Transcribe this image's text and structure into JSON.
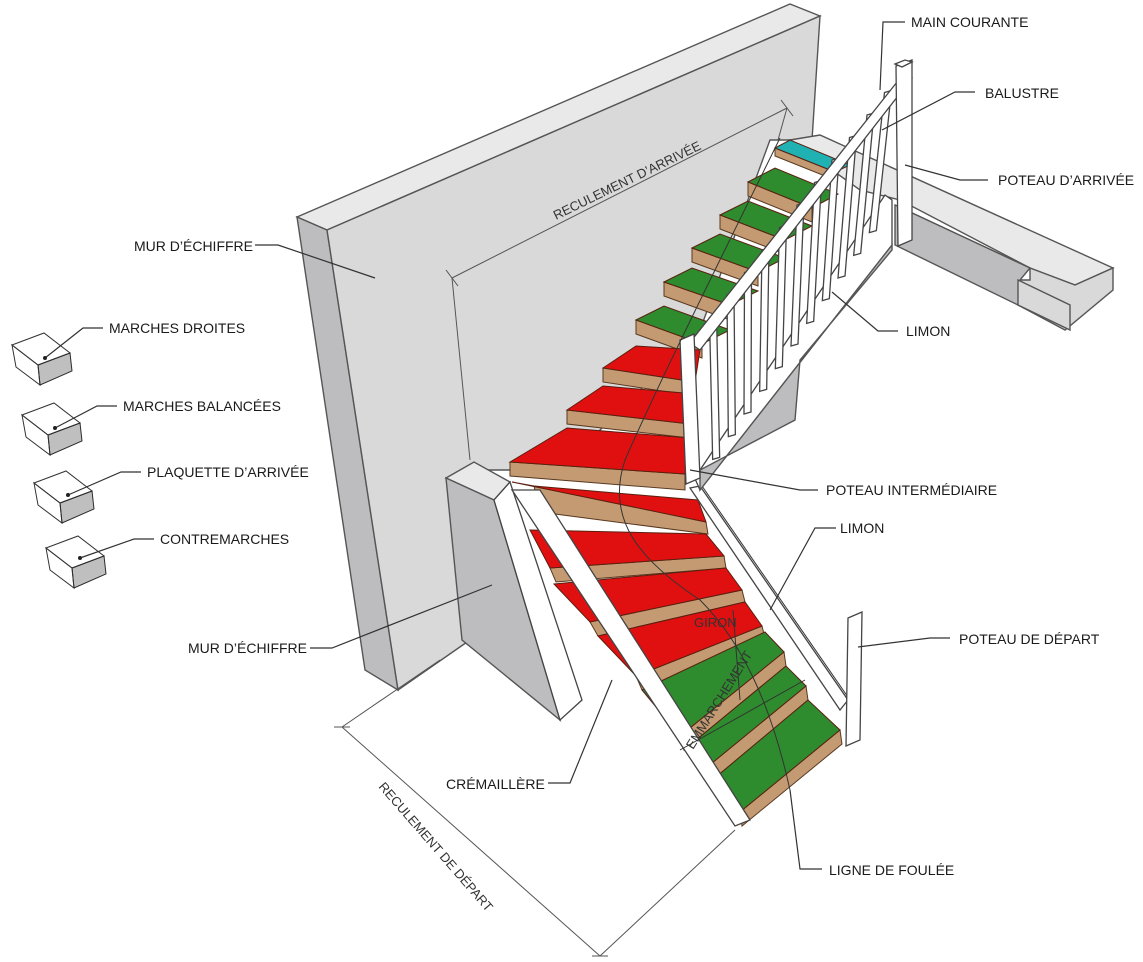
{
  "labels": {
    "main_courante": "MAIN COURANTE",
    "balustre": "BALUSTRE",
    "poteau_arrivee": "POTEAU D’ARRIVÉE",
    "mur_echiffre_top": "MUR D’ÉCHIFFRE",
    "limon_top": "LIMON",
    "poteau_intermediaire": "POTEAU INTERMÉDIAIRE",
    "limon_mid": "LIMON",
    "poteau_depart": "POTEAU DE DÉPART",
    "mur_echiffre_bottom": "MUR D’ÉCHIFFRE",
    "cremaillere": "CRÉMAILLÈRE",
    "ligne_foulee": "LIGNE DE FOULÉE",
    "giron": "GIRON",
    "emmarchement": "EMMARCHEMENT",
    "reculement_arrivee": "RECULEMENT D’ARRIVÉE",
    "reculement_depart": "RECULEMENT DE DÉPART"
  },
  "legend": [
    {
      "label": "MARCHES DROITES",
      "color": "#2e8b2e"
    },
    {
      "label": "MARCHES BALANCÉES",
      "color": "#e01010"
    },
    {
      "label": "PLAQUETTE D’ARRIVÉE",
      "color": "#20b2b2"
    },
    {
      "label": "CONTREMARCHES",
      "color": "#b08060"
    }
  ],
  "colors": {
    "marches_droites": "#2e8b2e",
    "marches_balancees": "#e01010",
    "plaquette": "#20b2b2",
    "contremarches": "#c49a72"
  }
}
